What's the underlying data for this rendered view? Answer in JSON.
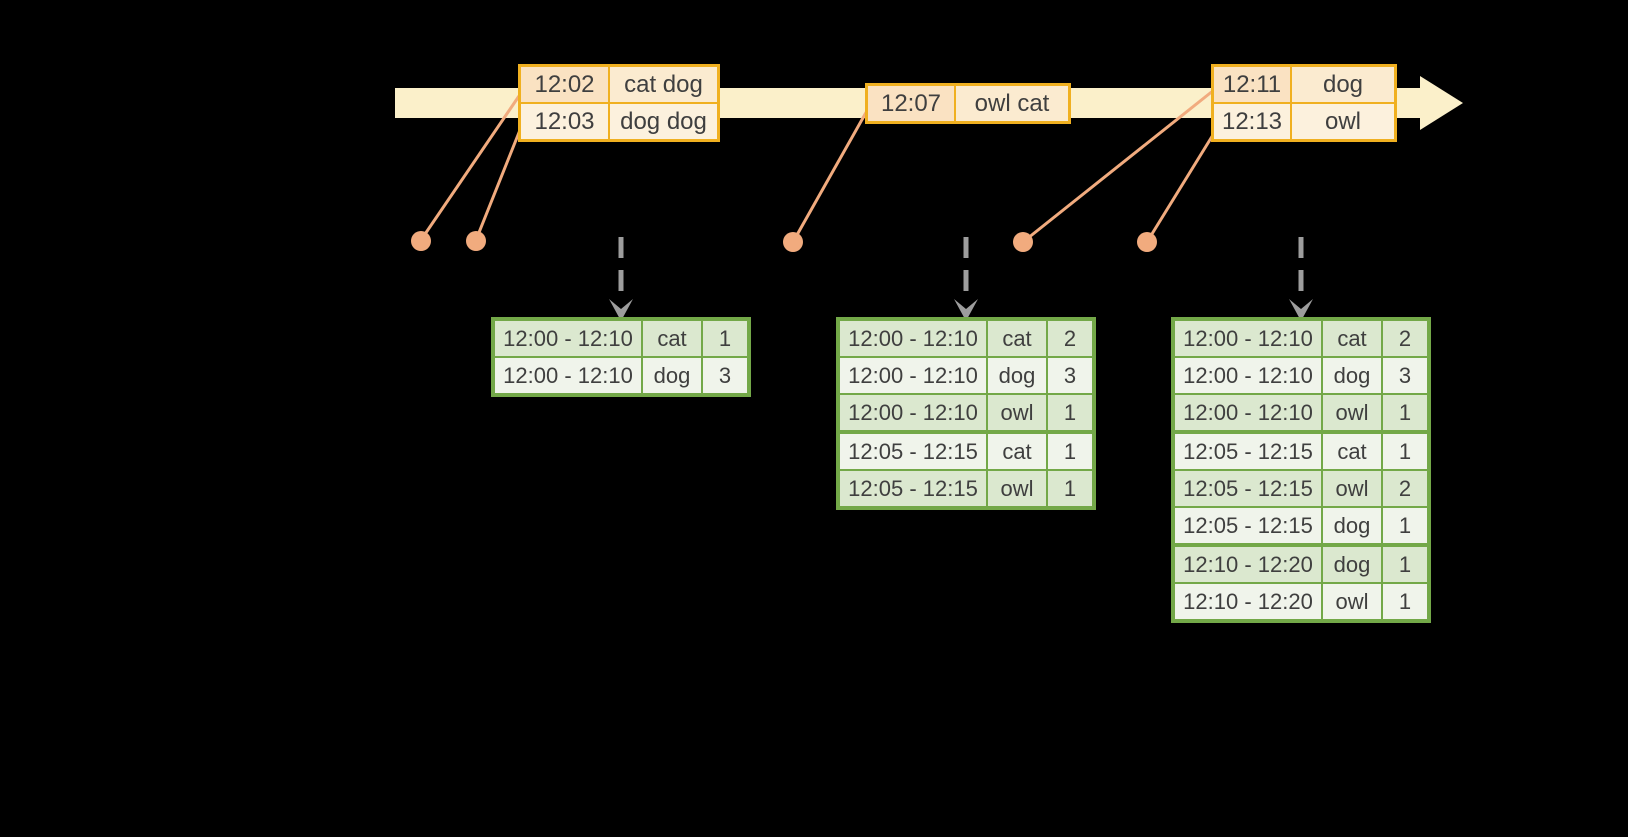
{
  "colors": {
    "background": "#000000",
    "text": "#3F3F3F",
    "timeline_fill": "#FBF0CA",
    "event_border": "#F0B020",
    "event_cell_peach": "#FAE2C2",
    "event_cell_mid": "#FBEBD0",
    "event_cell_light": "#FCF1DD",
    "result_border": "#73A848",
    "result_cell_dark": "#DBE8CF",
    "result_cell_light": "#F0F4EB",
    "connector": "#F1AB7E",
    "trigger_arrow": "#9D9D9D"
  },
  "timeline": {
    "events": [
      {
        "time": "12:02",
        "words": "cat dog"
      },
      {
        "time": "12:03",
        "words": "dog dog"
      },
      {
        "time": "12:07",
        "words": "owl cat"
      },
      {
        "time": "12:11",
        "words": "dog"
      },
      {
        "time": "12:13",
        "words": "owl"
      }
    ]
  },
  "results": [
    {
      "rows": [
        {
          "window": "12:00 - 12:10",
          "word": "cat",
          "count": "1"
        },
        {
          "window": "12:00 - 12:10",
          "word": "dog",
          "count": "3"
        }
      ]
    },
    {
      "rows": [
        {
          "window": "12:00 - 12:10",
          "word": "cat",
          "count": "2"
        },
        {
          "window": "12:00 - 12:10",
          "word": "dog",
          "count": "3"
        },
        {
          "window": "12:00 - 12:10",
          "word": "owl",
          "count": "1"
        },
        {
          "window": "12:05 - 12:15",
          "word": "cat",
          "count": "1"
        },
        {
          "window": "12:05 - 12:15",
          "word": "owl",
          "count": "1"
        }
      ]
    },
    {
      "rows": [
        {
          "window": "12:00 - 12:10",
          "word": "cat",
          "count": "2"
        },
        {
          "window": "12:00 - 12:10",
          "word": "dog",
          "count": "3"
        },
        {
          "window": "12:00 - 12:10",
          "word": "owl",
          "count": "1"
        },
        {
          "window": "12:05 - 12:15",
          "word": "cat",
          "count": "1"
        },
        {
          "window": "12:05 - 12:15",
          "word": "owl",
          "count": "2"
        },
        {
          "window": "12:05 - 12:15",
          "word": "dog",
          "count": "1"
        },
        {
          "window": "12:10 - 12:20",
          "word": "dog",
          "count": "1"
        },
        {
          "window": "12:10 - 12:20",
          "word": "owl",
          "count": "1"
        }
      ]
    }
  ]
}
